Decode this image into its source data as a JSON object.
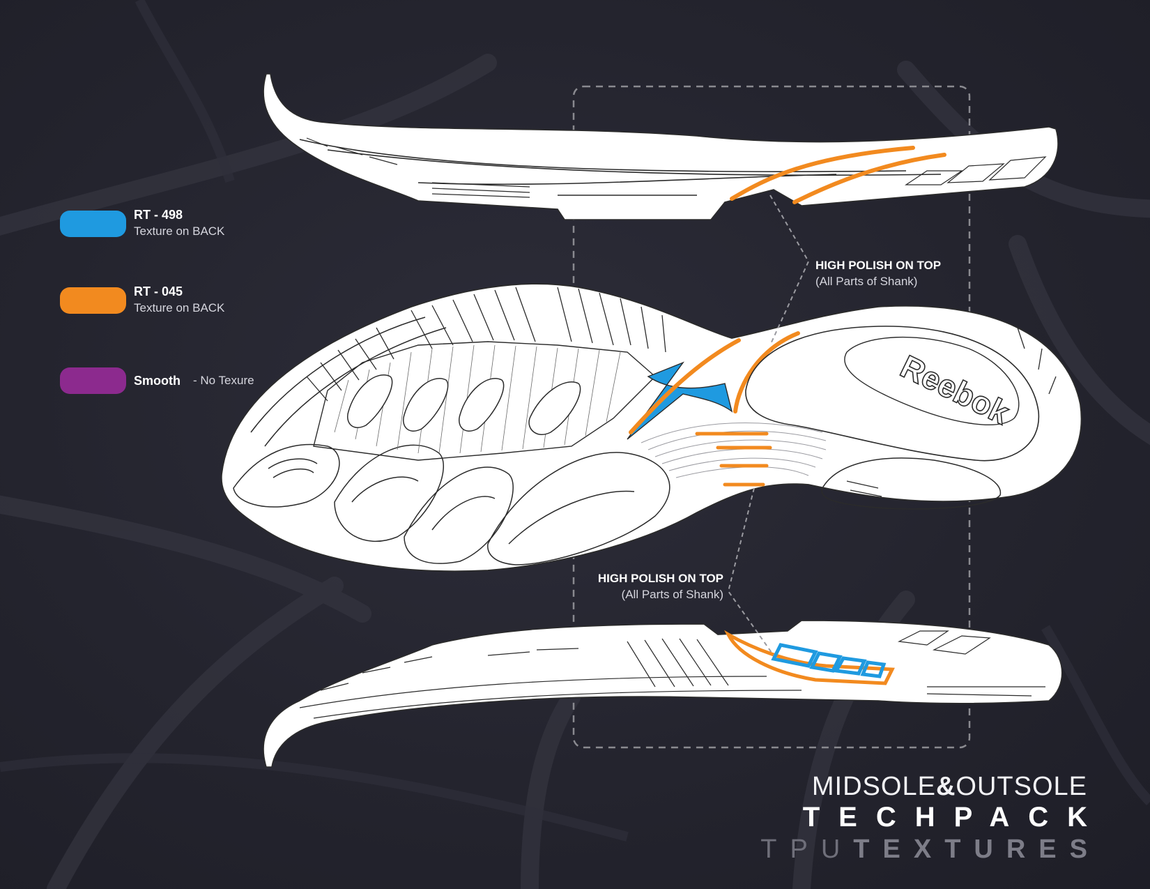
{
  "legend": [
    {
      "name": "RT - 498",
      "description": "Texture on BACK",
      "color": "#1f9ae0",
      "style": "stacked"
    },
    {
      "name": "RT - 045",
      "description": "Texture on BACK",
      "color": "#f28a1f",
      "style": "stacked"
    },
    {
      "name": "Smooth",
      "description": "- No Texure",
      "color": "#8c2a8e",
      "style": "inline"
    }
  ],
  "callouts": {
    "upper": {
      "title": "HIGH POLISH ON TOP",
      "subtitle": "(All Parts of Shank)"
    },
    "lower": {
      "title": "HIGH POLISH ON TOP",
      "subtitle": "(All Parts of Shank)"
    }
  },
  "brand_logo_text": "Reebok",
  "title": {
    "line1_a": "MIDSOLE",
    "line1_amp": "&",
    "line1_b": "OUTSOLE",
    "line2": "TECHPACK",
    "line3_a": "TPU",
    "line3_b": "TEXTURES"
  },
  "colors": {
    "background": "#25252f",
    "sole_fill": "#ffffff",
    "sole_stroke": "#2b2b2b",
    "dashed_frame": "#8a8a90"
  }
}
